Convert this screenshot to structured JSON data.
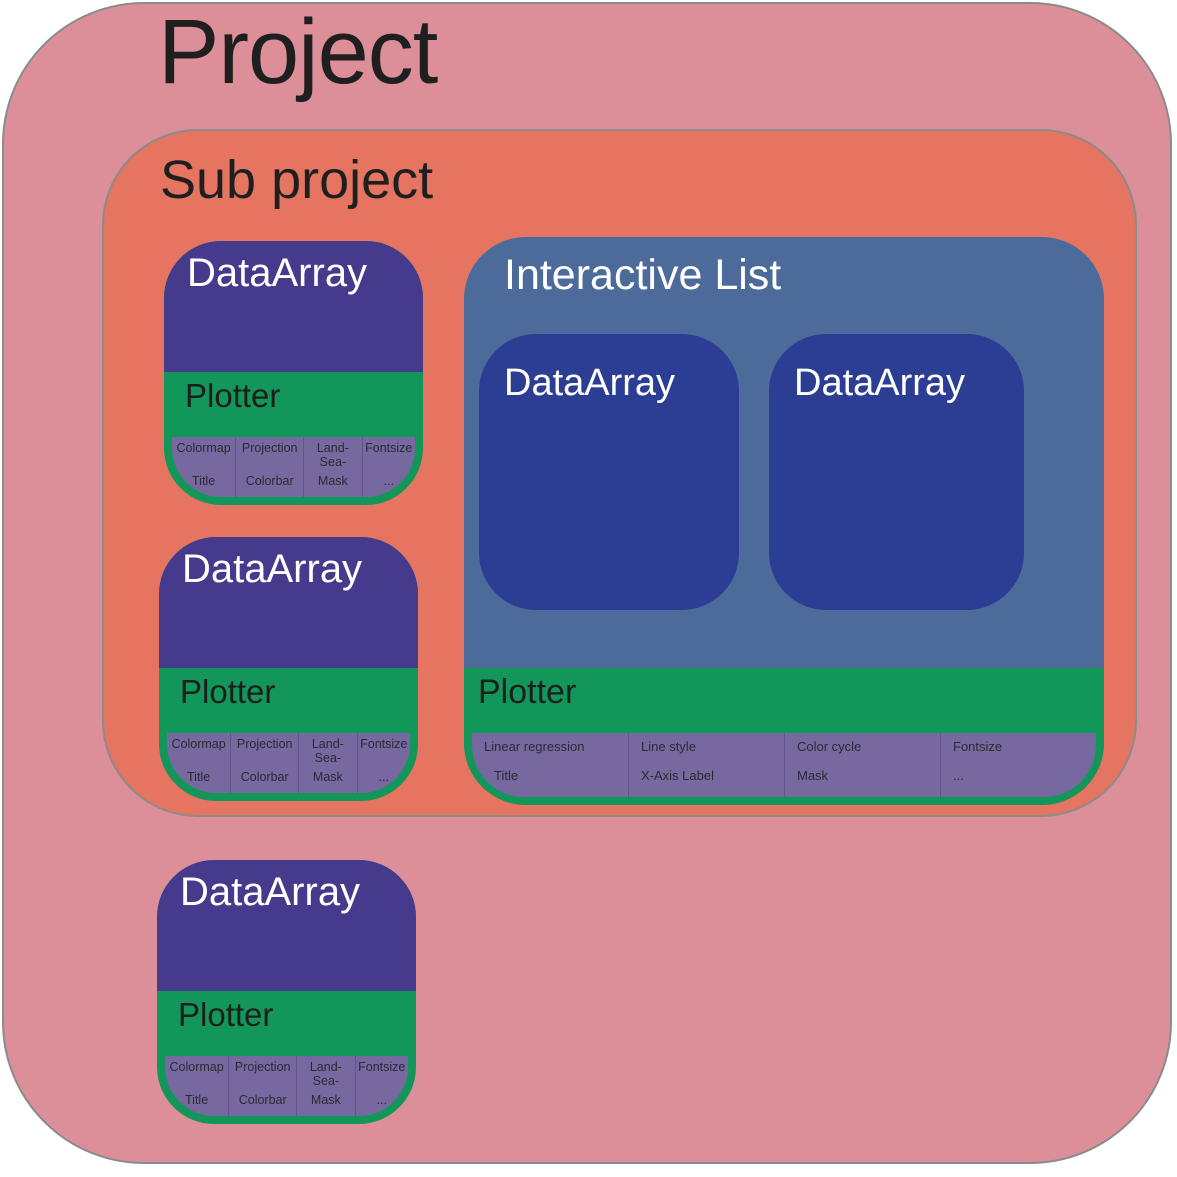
{
  "project": {
    "title": "Project"
  },
  "sub_project": {
    "title": "Sub project"
  },
  "interactive_list": {
    "title": "Interactive List",
    "data_arrays": [
      {
        "label": "DataArray"
      },
      {
        "label": "DataArray"
      }
    ],
    "plotter": {
      "label": "Plotter",
      "formatoptions_row1": [
        "Linear regression",
        "Line style",
        "Color cycle",
        "Fontsize"
      ],
      "formatoptions_row2": [
        "Title",
        "X-Axis Label",
        "Mask",
        "..."
      ]
    }
  },
  "map_boxes": [
    {
      "data_array_label": "DataArray",
      "plotter_label": "Plotter",
      "formatoptions_row1": [
        "Colormap",
        "Projection",
        "Land-Sea-mask",
        "Fontsize"
      ],
      "formatoptions_row2": [
        "Title",
        "Colorbar",
        "Mask",
        "..."
      ]
    },
    {
      "data_array_label": "DataArray",
      "plotter_label": "Plotter",
      "formatoptions_row1": [
        "Colormap",
        "Projection",
        "Land-Sea-mask",
        "Fontsize"
      ],
      "formatoptions_row2": [
        "Title",
        "Colorbar",
        "Mask",
        "..."
      ]
    },
    {
      "data_array_label": "DataArray",
      "plotter_label": "Plotter",
      "formatoptions_row1": [
        "Colormap",
        "Projection",
        "Land-Sea-mask",
        "Fontsize"
      ],
      "formatoptions_row2": [
        "Title",
        "Colorbar",
        "Mask",
        "..."
      ]
    }
  ],
  "colors": {
    "project_bg": "#dd8f99",
    "sub_project_bg": "#e57560",
    "data_array_bg": "#453a8c",
    "list_data_array_bg": "#2b3e94",
    "interactive_list_bg": "#4c6b9b",
    "plotter_bg": "#12965a",
    "options_bg": "#77699f",
    "border": "#8b8b8b",
    "title_text": "#1f1f1f",
    "plotter_text": "#1e1e1e",
    "options_text": "#2a2a33",
    "light_text": "#ffffff"
  }
}
